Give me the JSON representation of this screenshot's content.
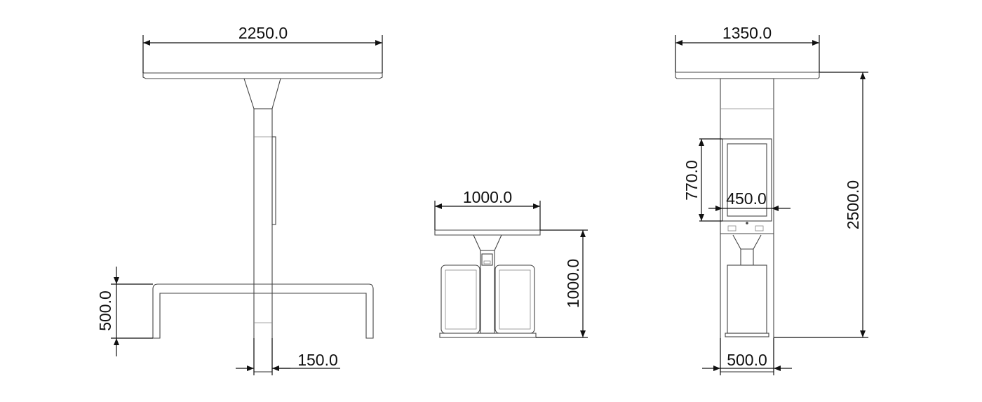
{
  "views": {
    "front": {
      "width_label": "2250.0",
      "leg_height_label": "500.0",
      "pole_width_label": "150.0"
    },
    "side": {
      "width_label": "1000.0",
      "height_label": "1000.0"
    },
    "rear": {
      "width_label": "1350.0",
      "screen_height_label": "770.0",
      "screen_width_label": "450.0",
      "total_height_label": "2500.0",
      "base_width_label": "500.0"
    }
  },
  "colors": {
    "line": "#444444",
    "dimension": "#111111",
    "background": "#ffffff"
  }
}
